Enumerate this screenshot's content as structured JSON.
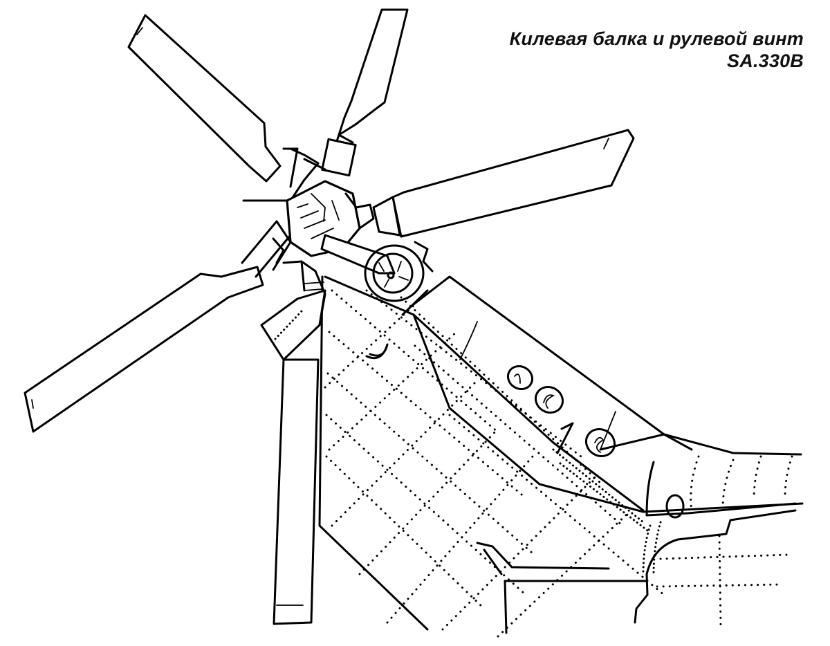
{
  "caption": {
    "line1": "Килевая балка и рулевой винт",
    "line2": "SA.330B"
  },
  "drawing": {
    "subject": "tail-rotor-and-fin",
    "style": "black-and-white line art",
    "ink_color": "#000000",
    "paper_color": "#ffffff",
    "rotor_blade_count": 5,
    "tail_boom_inspection_ports": 3
  }
}
